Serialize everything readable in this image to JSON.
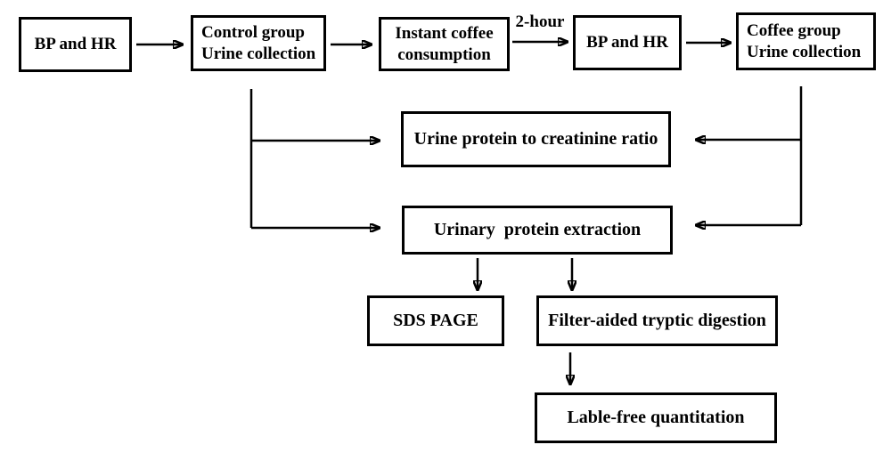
{
  "diagram": {
    "type": "flowchart",
    "background": "#ffffff",
    "line_color": "#000000",
    "text_color": "#000000",
    "nodes": {
      "bp_hr_initial": {
        "lines": [
          "BP and HR"
        ]
      },
      "control_group": {
        "lines": [
          "Control group",
          "Urine collection"
        ]
      },
      "instant_coffee": {
        "lines": [
          "Instant coffee",
          "consumption"
        ]
      },
      "bp_hr_second": {
        "lines": [
          "BP and HR"
        ]
      },
      "coffee_group": {
        "lines": [
          "Coffee group",
          "Urine collection"
        ]
      },
      "urine_protein_ratio": {
        "lines": [
          "Urine protein to creatinine ratio"
        ]
      },
      "urinary_protein_extraction": {
        "lines": [
          "Urinary  protein extraction"
        ]
      },
      "sds_page": {
        "lines": [
          "SDS PAGE"
        ]
      },
      "filter_digestion": {
        "lines": [
          "Filter-aided tryptic digestion"
        ]
      },
      "label_free": {
        "lines": [
          "Lable-free quantitation"
        ]
      }
    },
    "edge_labels": {
      "two_hour": "2-hour"
    }
  }
}
